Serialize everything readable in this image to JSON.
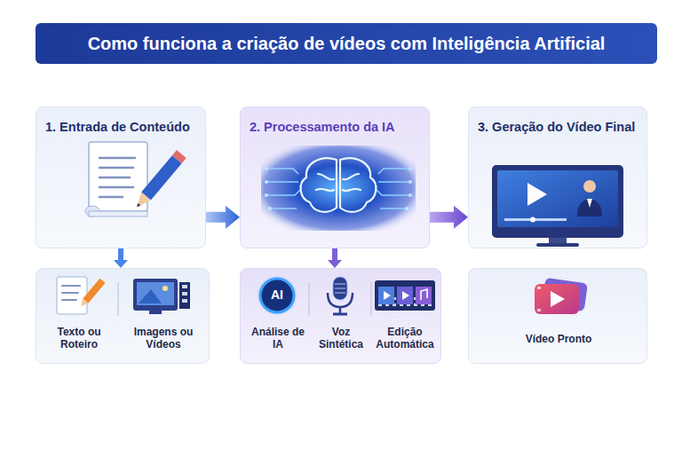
{
  "diagram": {
    "title": "Como funciona a criação de vídeos com Inteligência Artificial",
    "nodes": [
      {
        "text": [
          "1. Entrada de Conteúdo"
        ]
      },
      {
        "text": [
          "2. Processamento da IA"
        ]
      },
      {
        "text": [
          "3. Geração do Vídeo Final"
        ]
      },
      {
        "text": [
          "Texto ou Roteiro",
          "Imagens ou Vídeos"
        ]
      },
      {
        "text": [
          "Análise de IA",
          "Voz Sintética",
          "Edição Automática"
        ]
      },
      {
        "text": [
          "Vídeo Pronto"
        ]
      }
    ],
    "edges": [
      {
        "from": 0,
        "to": 1,
        "arrow": "to"
      },
      {
        "from": 1,
        "to": 2,
        "arrow": "to"
      },
      {
        "from": 0,
        "to": 3,
        "arrow": "to"
      },
      {
        "from": 1,
        "to": 4,
        "arrow": "to"
      }
    ],
    "labels": [
      "AI"
    ]
  }
}
